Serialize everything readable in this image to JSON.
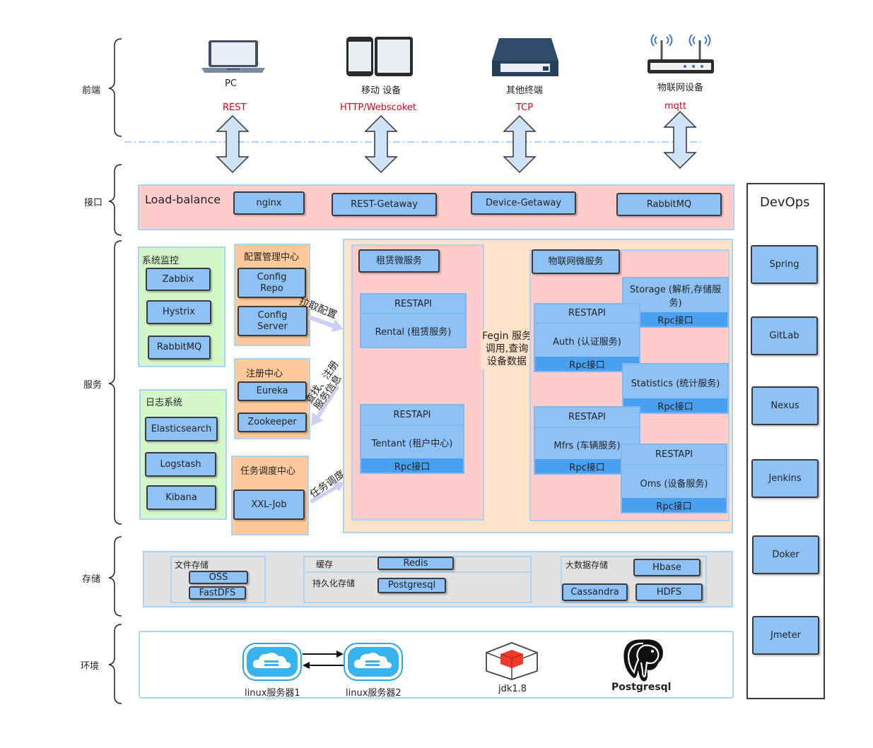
{
  "layers": {
    "frontend": "前端",
    "interface": "接口",
    "service": "服务",
    "storage": "存储",
    "environment": "环境"
  },
  "clients": [
    {
      "name": "PC",
      "protocol": "REST",
      "icon": "laptop-icon"
    },
    {
      "name": "移动 设备",
      "protocol": "HTTP/Webscoket",
      "icon": "mobile-devices-icon"
    },
    {
      "name": "其他终端",
      "protocol": "TCP",
      "icon": "scanner-terminal-icon"
    },
    {
      "name": "物联网设备",
      "protocol": "mqtt",
      "icon": "router-iot-icon"
    }
  ],
  "interface_layer": {
    "title": "Load-balance",
    "items": [
      "nginx",
      "REST-Getaway",
      "Device-Getaway",
      "RabbitMQ"
    ]
  },
  "services": {
    "monitor": {
      "title": "系统监控",
      "items": [
        "Zabbix",
        "Hystrix",
        "RabbitMQ"
      ]
    },
    "logging": {
      "title": "日志系统",
      "items": [
        "Elasticsearch",
        "Logstash",
        "Kibana"
      ]
    },
    "config": {
      "title": "配置管理中心",
      "items": [
        "Config\nRepo",
        "Config\nServer"
      ]
    },
    "registry": {
      "title": "注册中心",
      "items": [
        "Eureka",
        "Zookeeper"
      ]
    },
    "scheduler": {
      "title": "任务调度中心",
      "items": [
        "XXL-Job"
      ]
    },
    "arrows": {
      "pull_config": "拉取配置",
      "discover": "查找、注册\n服务信息",
      "schedule": "任务调度",
      "fegin": "Fegin 服务\n调用,查询\n设备数据"
    },
    "rental": {
      "title": "租赁微服务",
      "restapi": "RESTAPI",
      "rpc": "Rpc接口",
      "rental_service": "Rental (租赁服务)",
      "tenant_service": "Tentant (租户中心)"
    },
    "iot": {
      "title": "物联网微服务",
      "storage_service": "Storage (解析,存储服务)",
      "auth_service": "Auth (认证服务)",
      "statistics_service": "Statistics (统计服务)",
      "mfrs_service": "Mfrs (车辆服务)",
      "oms_service": "Oms (设备服务)"
    }
  },
  "storage_layer": {
    "file": {
      "title": "文件存储",
      "items": [
        "OSS",
        "FastDFS"
      ]
    },
    "cache": {
      "title": "缓存",
      "item": "Redis"
    },
    "persist": {
      "title": "持久化存储",
      "item": "Postgresql"
    },
    "bigdata": {
      "title": "大数据存储",
      "items": [
        "Hbase",
        "Cassandra",
        "HDFS"
      ]
    }
  },
  "environment_layer": {
    "server1": "linux服务器1",
    "server2": "linux服务器2",
    "jdk": "jdk1.8",
    "db": "Postgresql"
  },
  "devops": {
    "title": "DevOps",
    "items": [
      "Spring",
      "GitLab",
      "Nexus",
      "Jenkins",
      "Doker",
      "Jmeter"
    ]
  },
  "colors": {
    "button": "#8ec2f7",
    "protocol_text": "#e60012",
    "group_green": "#d3f7c9",
    "group_orange": "#ffc999",
    "group_pink": "#ffcccc",
    "rpc": "#4aa0f0"
  }
}
